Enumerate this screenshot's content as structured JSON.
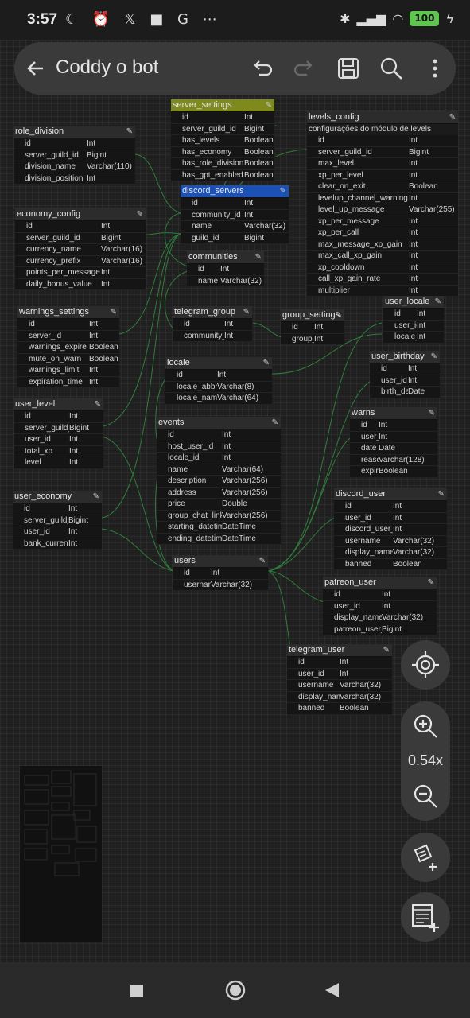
{
  "status": {
    "time": "3:57",
    "battery": "100"
  },
  "app": {
    "title": "Coddy o bot"
  },
  "zoom": "0.54x",
  "tables": [
    {
      "key": "server_settings",
      "title": "server_settings",
      "color": "yellow",
      "rows": [
        [
          "id",
          "Int"
        ],
        [
          "server_guild_id",
          "Bigint"
        ],
        [
          "has_levels",
          "Boolean"
        ],
        [
          "has_economy",
          "Boolean"
        ],
        [
          "has_role_division",
          "Boolean"
        ],
        [
          "has_gpt_enabled",
          "Boolean"
        ]
      ]
    },
    {
      "key": "levels_config",
      "title": "levels_config",
      "desc": "configurações do módulo de levels",
      "rows": [
        [
          "id",
          "Int"
        ],
        [
          "server_guild_id",
          "Bigint"
        ],
        [
          "max_level",
          "Int"
        ],
        [
          "xp_per_level",
          "Int"
        ],
        [
          "clear_on_exit",
          "Boolean"
        ],
        [
          "levelup_channel_warning",
          "Int"
        ],
        [
          "level_up_message",
          "Varchar(255)"
        ],
        [
          "xp_per_message",
          "Int"
        ],
        [
          "xp_per_call",
          "Int"
        ],
        [
          "max_message_xp_gain",
          "Int"
        ],
        [
          "max_call_xp_gain",
          "Int"
        ],
        [
          "xp_cooldown",
          "Int"
        ],
        [
          "call_xp_gain_rate",
          "Int"
        ],
        [
          "multiplier",
          "Int"
        ]
      ]
    },
    {
      "key": "role_division",
      "title": "role_division",
      "rows": [
        [
          "id",
          "Int"
        ],
        [
          "server_guild_id",
          "Bigint"
        ],
        [
          "division_name",
          "Varchar(110)"
        ],
        [
          "division_position",
          "Int"
        ]
      ]
    },
    {
      "key": "discord_servers",
      "title": "discord_servers",
      "color": "blue",
      "rows": [
        [
          "id",
          "Int"
        ],
        [
          "community_id",
          "Int"
        ],
        [
          "name",
          "Varchar(32)"
        ],
        [
          "guild_id",
          "Bigint"
        ]
      ]
    },
    {
      "key": "economy_config",
      "title": "economy_config",
      "rows": [
        [
          "id",
          "Int"
        ],
        [
          "server_guild_id",
          "Bigint"
        ],
        [
          "currency_name",
          "Varchar(16)"
        ],
        [
          "currency_prefix",
          "Varchar(16)"
        ],
        [
          "points_per_message",
          "Int"
        ],
        [
          "daily_bonus_value",
          "Int"
        ]
      ]
    },
    {
      "key": "communities",
      "title": "communities",
      "rows": [
        [
          "id",
          "Int"
        ],
        [
          "name",
          "Varchar(32)"
        ]
      ]
    },
    {
      "key": "warnings_settings",
      "title": "warnings_settings",
      "rows": [
        [
          "id",
          "Int"
        ],
        [
          "server_id",
          "Int"
        ],
        [
          "warnings_expire",
          "Boolean"
        ],
        [
          "mute_on_warn",
          "Boolean"
        ],
        [
          "warnings_limit",
          "Int"
        ],
        [
          "expiration_time",
          "Int"
        ]
      ]
    },
    {
      "key": "telegram_group",
      "title": "telegram_group",
      "rows": [
        [
          "id",
          "Int"
        ],
        [
          "community_id",
          "Int"
        ]
      ]
    },
    {
      "key": "group_settings",
      "title": "group_settings",
      "rows": [
        [
          "id",
          "Int"
        ],
        [
          "group_id",
          "Int"
        ]
      ]
    },
    {
      "key": "user_locale",
      "title": "user_locale",
      "rows": [
        [
          "id",
          "Int"
        ],
        [
          "user_id",
          "Int"
        ],
        [
          "locale_id",
          "Int"
        ]
      ]
    },
    {
      "key": "user_birthday",
      "title": "user_birthday",
      "rows": [
        [
          "id",
          "Int"
        ],
        [
          "user_id",
          "Int"
        ],
        [
          "birth_date",
          "Date"
        ]
      ]
    },
    {
      "key": "locale",
      "title": "locale",
      "rows": [
        [
          "id",
          "Int"
        ],
        [
          "locale_abbrev",
          "Varchar(8)"
        ],
        [
          "locale_name",
          "Varchar(64)"
        ]
      ]
    },
    {
      "key": "user_level",
      "title": "user_level",
      "rows": [
        [
          "id",
          "Int"
        ],
        [
          "server_guild_id",
          "Bigint"
        ],
        [
          "user_id",
          "Int"
        ],
        [
          "total_xp",
          "Int"
        ],
        [
          "level",
          "Int"
        ]
      ]
    },
    {
      "key": "warns",
      "title": "warns",
      "rows": [
        [
          "id",
          "Int"
        ],
        [
          "user_id",
          "Int"
        ],
        [
          "date",
          "Date"
        ],
        [
          "reason",
          "Varchar(128)"
        ],
        [
          "expired",
          "Boolean"
        ]
      ]
    },
    {
      "key": "events",
      "title": "events",
      "rows": [
        [
          "id",
          "Int"
        ],
        [
          "host_user_id",
          "Int"
        ],
        [
          "locale_id",
          "Int"
        ],
        [
          "name",
          "Varchar(64)"
        ],
        [
          "description",
          "Varchar(256)"
        ],
        [
          "address",
          "Varchar(256)"
        ],
        [
          "price",
          "Double"
        ],
        [
          "group_chat_link",
          "Varchar(256)"
        ],
        [
          "starting_datetime",
          "DateTime"
        ],
        [
          "ending_datetime",
          "DateTime"
        ]
      ]
    },
    {
      "key": "user_economy",
      "title": "user_economy",
      "rows": [
        [
          "id",
          "Int"
        ],
        [
          "server_guild_id",
          "Bigint"
        ],
        [
          "user_id",
          "Int"
        ],
        [
          "bank_currency",
          "Int"
        ]
      ]
    },
    {
      "key": "discord_user",
      "title": "discord_user",
      "rows": [
        [
          "id",
          "Int"
        ],
        [
          "user_id",
          "Int"
        ],
        [
          "discord_user_id",
          "Int"
        ],
        [
          "username",
          "Varchar(32)"
        ],
        [
          "display_name",
          "Varchar(32)"
        ],
        [
          "banned",
          "Boolean"
        ]
      ]
    },
    {
      "key": "users",
      "title": "users",
      "rows": [
        [
          "id",
          "Int"
        ],
        [
          "username",
          "Varchar(32)"
        ]
      ]
    },
    {
      "key": "patreon_user",
      "title": "patreon_user",
      "rows": [
        [
          "id",
          "Int"
        ],
        [
          "user_id",
          "Int"
        ],
        [
          "display_name",
          "Varchar(32)"
        ],
        [
          "patreon_user_id",
          "Bigint"
        ]
      ]
    },
    {
      "key": "telegram_user",
      "title": "telegram_user",
      "rows": [
        [
          "id",
          "Int"
        ],
        [
          "user_id",
          "Int"
        ],
        [
          "username",
          "Varchar(32)"
        ],
        [
          "display_name",
          "Varchar(32)"
        ],
        [
          "banned",
          "Boolean"
        ]
      ]
    }
  ]
}
